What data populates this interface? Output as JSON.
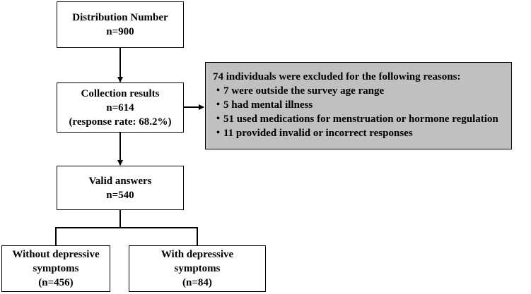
{
  "boxes": {
    "distribution": {
      "title": "Distribution Number",
      "n": "n=900"
    },
    "collection": {
      "title": "Collection results",
      "n": "n=614",
      "rate": "(response rate: 68.2%)"
    },
    "valid": {
      "title": "Valid answers",
      "n": "n=540"
    },
    "without": {
      "line1": "Without depressive",
      "line2": "symptoms",
      "n": "(n=456)"
    },
    "with": {
      "line1": "With depressive",
      "line2": "symptoms",
      "n": "(n=84)"
    }
  },
  "exclusion": {
    "heading": "74 individuals were excluded for the following reasons:",
    "reasons": [
      "・7 were outside the survey age range",
      "・5 had mental illness",
      "・51 used medications for menstruation or hormone regulation",
      "・11 provided invalid or incorrect responses"
    ]
  },
  "colors": {
    "exclusion_fill": "#c0c0c0",
    "border": "#000000"
  }
}
